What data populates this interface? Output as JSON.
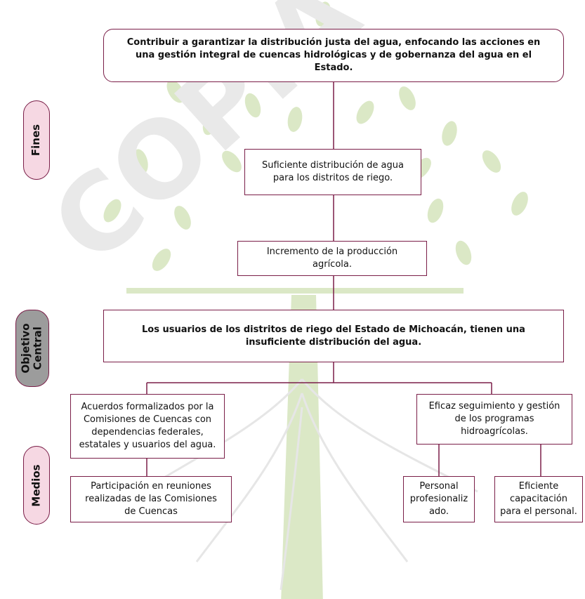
{
  "colors": {
    "accent": "#7a1e48",
    "pill_pink": "#f6d8e3",
    "pill_gray": "#9c9c9c",
    "tree_watermark": "#dbe8c6"
  },
  "side_labels": {
    "fines": "Fines",
    "objetivo_central": "Objetivo\nCentral",
    "medios": "Medios"
  },
  "boxes": {
    "goal": "Contribuir a garantizar la distribución justa del agua, enfocando las acciones en una gestión integral de cuencas hidrológicas y de gobernanza del agua en el Estado.",
    "fin_1": "Suficiente distribución de agua para los distritos de riego.",
    "fin_2": "Incremento de la producción agrícola.",
    "central": "Los usuarios de los distritos de riego del Estado de Michoacán, tienen una insuficiente distribución del agua.",
    "medio_left": "Acuerdos formalizados por la Comisiones de Cuencas con dependencias federales, estatales y usuarios del agua.",
    "medio_right": "Eficaz seguimiento y gestión de los programas hidroagrícolas.",
    "sub_left": "Participación en reuniones realizadas de las Comisiones de Cuencas",
    "sub_right_1": "Personal profesionaliz ado.",
    "sub_right_2": "Eficiente capacitación para el personal."
  },
  "watermark_text": "COPIA SIN VALOR"
}
